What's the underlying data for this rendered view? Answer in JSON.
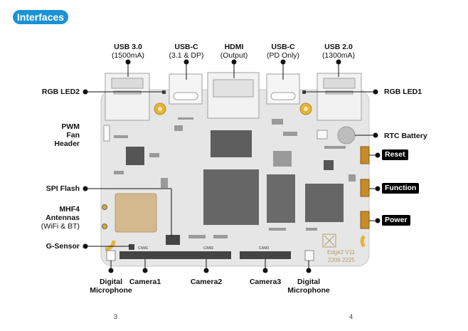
{
  "header": {
    "title": "Interfaces"
  },
  "top_labels": [
    {
      "name": "USB 3.0",
      "detail": "(1500mA)"
    },
    {
      "name": "USB-C",
      "detail": "(3.1 & DP)"
    },
    {
      "name": "HDMI",
      "detail": "(Output)"
    },
    {
      "name": "USB-C",
      "detail": "(PD Only)"
    },
    {
      "name": "USB 2.0",
      "detail": "(1300mA)"
    }
  ],
  "left_labels": {
    "rgb_led2": "RGB LED2",
    "pwm_fan": [
      "PWM",
      "Fan",
      "Header"
    ],
    "spi_flash": "SPI Flash",
    "mhf4": [
      "MHF4",
      "Antennas"
    ],
    "mhf4_detail": "(WiFi & BT)",
    "g_sensor": "G-Sensor"
  },
  "right_labels": {
    "rgb_led1": "RGB LED1",
    "rtc_battery": "RTC Battery",
    "reset": "Reset",
    "function": "Function",
    "power": "Power"
  },
  "bottom_labels": {
    "digital_mic_left": [
      "Digital",
      "Microphone"
    ],
    "camera1": "Camera1",
    "camera2": "Camera2",
    "camera3": "Camera3",
    "digital_mic_right": [
      "Digital",
      "Microphone"
    ]
  },
  "board_silkscreen": {
    "cam1": "CAM1",
    "cam2": "CAM2",
    "cam3": "CAM3",
    "model": "Edge2  V11",
    "date": "2206  2225"
  },
  "page_numbers": {
    "left": "3",
    "right": "4"
  },
  "colors": {
    "accent": "#1b92d3",
    "board": "#e4e4e4",
    "chip": "#6a6a6a"
  }
}
